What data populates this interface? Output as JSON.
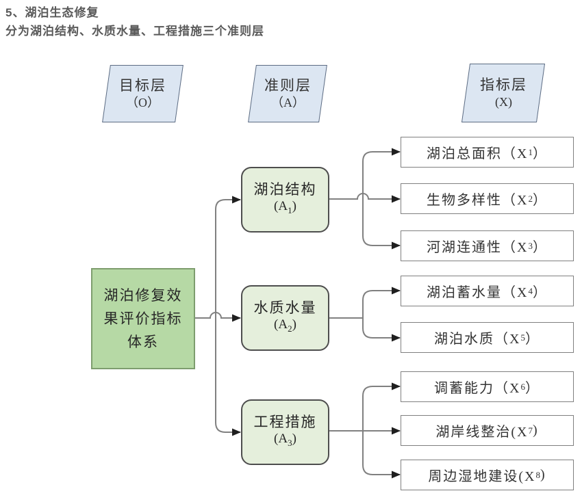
{
  "header": {
    "line1": "5、湖泊生态修复",
    "line2": "分为湖泊结构、水质水量、工程措施三个准则层"
  },
  "layer_labels": [
    {
      "title": "目标层",
      "code": "（O）"
    },
    {
      "title": "准则层",
      "code": "（A）"
    },
    {
      "title": "指标层",
      "code": "(X)"
    }
  ],
  "goal_box": {
    "lines": [
      "湖泊修复效",
      "果评价指标",
      "体系"
    ]
  },
  "criteria": [
    {
      "name": "湖泊结构",
      "code_before": "(A",
      "code_sub": "1",
      "code_after": ")"
    },
    {
      "name": "水质水量",
      "code_before": "(A",
      "code_sub": "2",
      "code_after": ")"
    },
    {
      "name": "工程措施",
      "code_before": "(A",
      "code_sub": "3",
      "code_after": ")"
    }
  ],
  "indicators": [
    {
      "text_before": "湖泊总面积（X",
      "sub": "1",
      "text_after": "）"
    },
    {
      "text_before": "生物多样性（X",
      "sub": "2",
      "text_after": "）"
    },
    {
      "text_before": "河湖连通性（X",
      "sub": "3",
      "text_after": "）"
    },
    {
      "text_before": "湖泊蓄水量（X",
      "sub": "4",
      "text_after": "）"
    },
    {
      "text_before": "湖泊水质（X",
      "sub": "5",
      "text_after": "）"
    },
    {
      "text_before": "调蓄能力（X",
      "sub": "6",
      "text_after": "）"
    },
    {
      "text_before": "湖岸线整治(X",
      "sub": "7",
      "text_after": ")"
    },
    {
      "text_before": "周边湿地建设(X",
      "sub": "8",
      "text_after": ")"
    }
  ],
  "colors": {
    "title_text": "#595959",
    "parallelogram_fill": "#dce6f2",
    "parallelogram_border": "#5c6b82",
    "goal_fill": "#b6d9a5",
    "goal_border": "#7e9d6e",
    "criteria_fill": "#e5efdc",
    "criteria_border": "#4d4d4d",
    "indicator_border": "#7f7f7f",
    "line": "#808080",
    "arrowhead": "#1f1f1f"
  }
}
